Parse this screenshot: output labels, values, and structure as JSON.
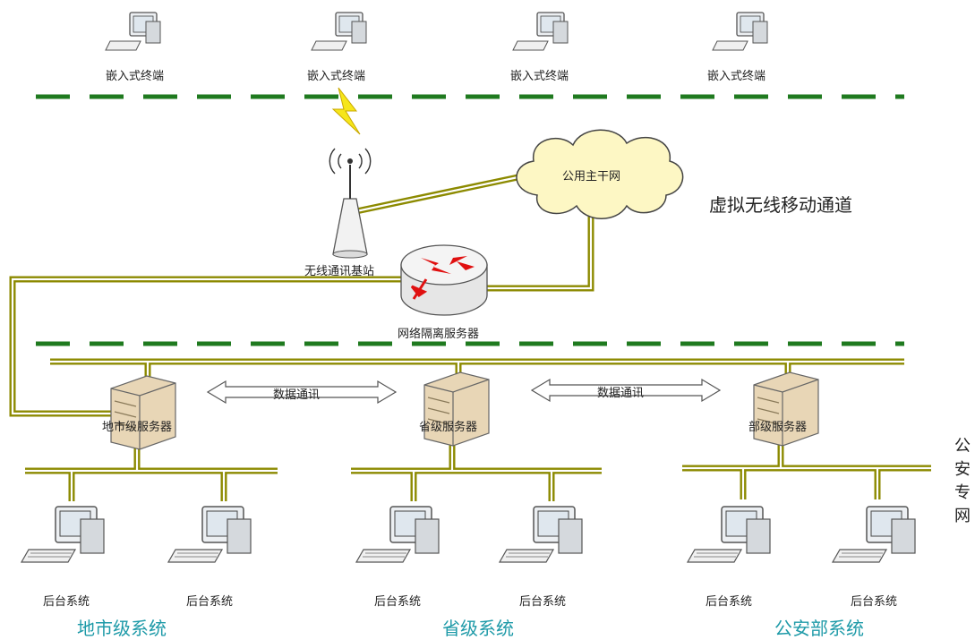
{
  "terminals": [
    "嵌入式终端",
    "嵌入式终端",
    "嵌入式终端",
    "嵌入式终端"
  ],
  "backbone_label": "公用主干网",
  "wireless_channel_label": "虚拟无线移动通道",
  "base_station_label": "无线通讯基站",
  "isolation_server_label": "网络隔离服务器",
  "servers": {
    "city": "地市级服务器",
    "province": "省级服务器",
    "ministry": "部级服务器"
  },
  "data_comm": [
    "数据通讯",
    "数据通讯"
  ],
  "backend_label": "后台系统",
  "systems": {
    "city": "地市级系统",
    "province": "省级系统",
    "ministry": "公安部系统"
  },
  "police_net_label": "公安专网",
  "colors": {
    "line": "#8c8a00",
    "line_fill": "#ffffff",
    "dash": "#1f7a1f",
    "system_text": "#1e9aa8",
    "cloud": "#fdf7c4",
    "router_arrows": "#e01010"
  }
}
